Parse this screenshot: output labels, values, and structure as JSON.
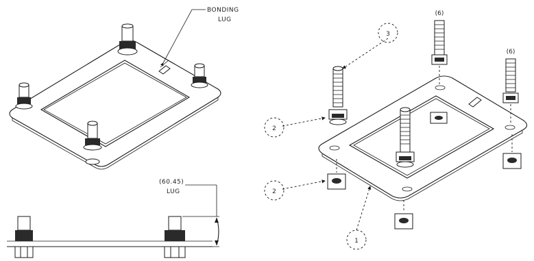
{
  "labels": {
    "bonding_lug_line1": "BONDING",
    "bonding_lug_line2": "LUG",
    "dim_value": "(60.45)",
    "dim_unit": "LUG"
  },
  "callouts": [
    "3",
    "2",
    "2",
    "1"
  ],
  "bolt_tags": [
    "(6)",
    "(6)"
  ]
}
